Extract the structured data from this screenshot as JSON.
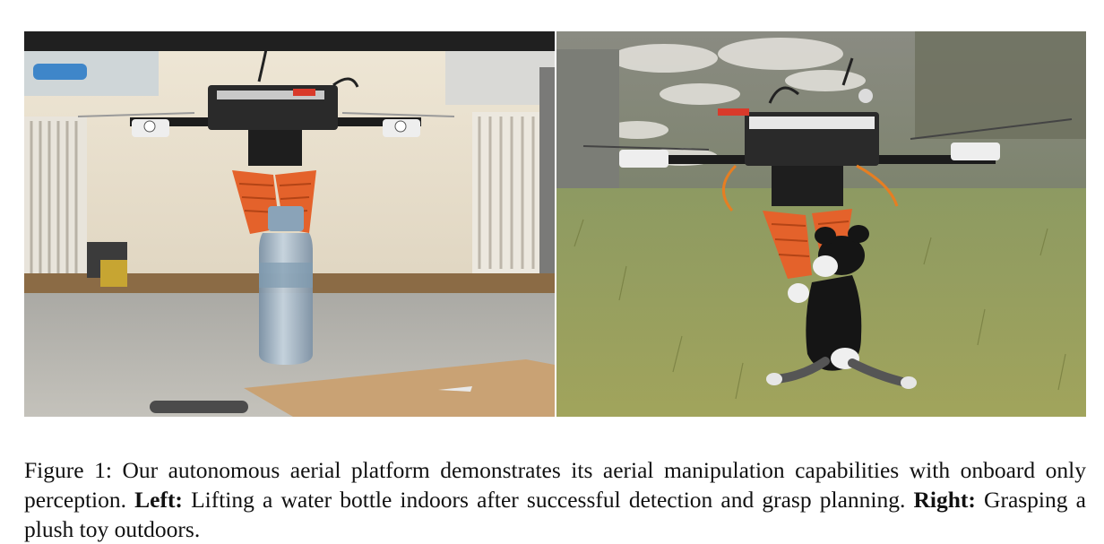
{
  "figure": {
    "left_photo": {
      "subject": "quadrotor drone with orange 3D-printed gripper lifting a clear plastic water bottle indoors",
      "palette": {
        "wall": "#e3d9c6",
        "floor": "#b9b6ae",
        "gripper": "#e4622b",
        "bottle": "#9fb2c2",
        "cardboard": "#c9a274",
        "frame": "#1c1c1c"
      }
    },
    "right_photo": {
      "subject": "quadrotor drone with orange gripper grasping a black-and-white plush toy above grass outdoors",
      "palette": {
        "grass": "#8f9a55",
        "background": "#6f7a5e",
        "gripper": "#e4622b",
        "plush_black": "#151515",
        "plush_white": "#efefef",
        "frame": "#1c1c1c"
      }
    }
  },
  "caption": {
    "prefix": "Figure 1:  Our autonomous aerial platform demonstrates its aerial manipulation capabilities with onboard only perception. ",
    "left_label": "Left:",
    "left_text": " Lifting a water bottle indoors after successful detection and grasp planning. ",
    "right_label": "Right:",
    "right_text": " Grasping a plush toy outdoors."
  }
}
